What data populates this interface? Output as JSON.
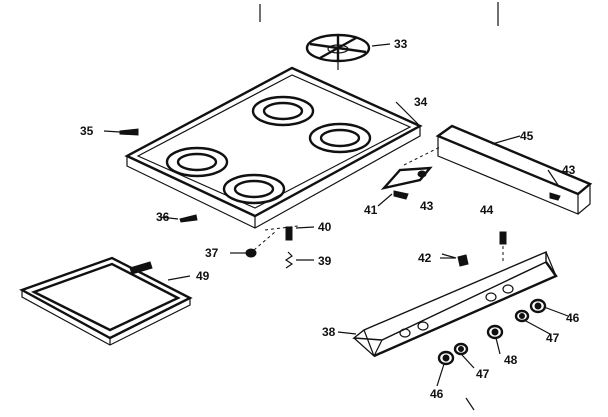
{
  "diagram": {
    "callouts": [
      {
        "id": "33",
        "text": "33"
      },
      {
        "id": "34",
        "text": "34"
      },
      {
        "id": "35",
        "text": "35"
      },
      {
        "id": "45",
        "text": "45"
      },
      {
        "id": "43a",
        "text": "43"
      },
      {
        "id": "43b",
        "text": "43"
      },
      {
        "id": "41",
        "text": "41"
      },
      {
        "id": "36",
        "text": "36"
      },
      {
        "id": "40",
        "text": "40"
      },
      {
        "id": "37",
        "text": "37"
      },
      {
        "id": "39",
        "text": "39"
      },
      {
        "id": "44",
        "text": "44"
      },
      {
        "id": "42",
        "text": "42"
      },
      {
        "id": "49",
        "text": "49"
      },
      {
        "id": "38",
        "text": "38"
      },
      {
        "id": "46a",
        "text": "46"
      },
      {
        "id": "47a",
        "text": "47"
      },
      {
        "id": "48",
        "text": "48"
      },
      {
        "id": "47b",
        "text": "47"
      },
      {
        "id": "46b",
        "text": "46"
      }
    ]
  }
}
